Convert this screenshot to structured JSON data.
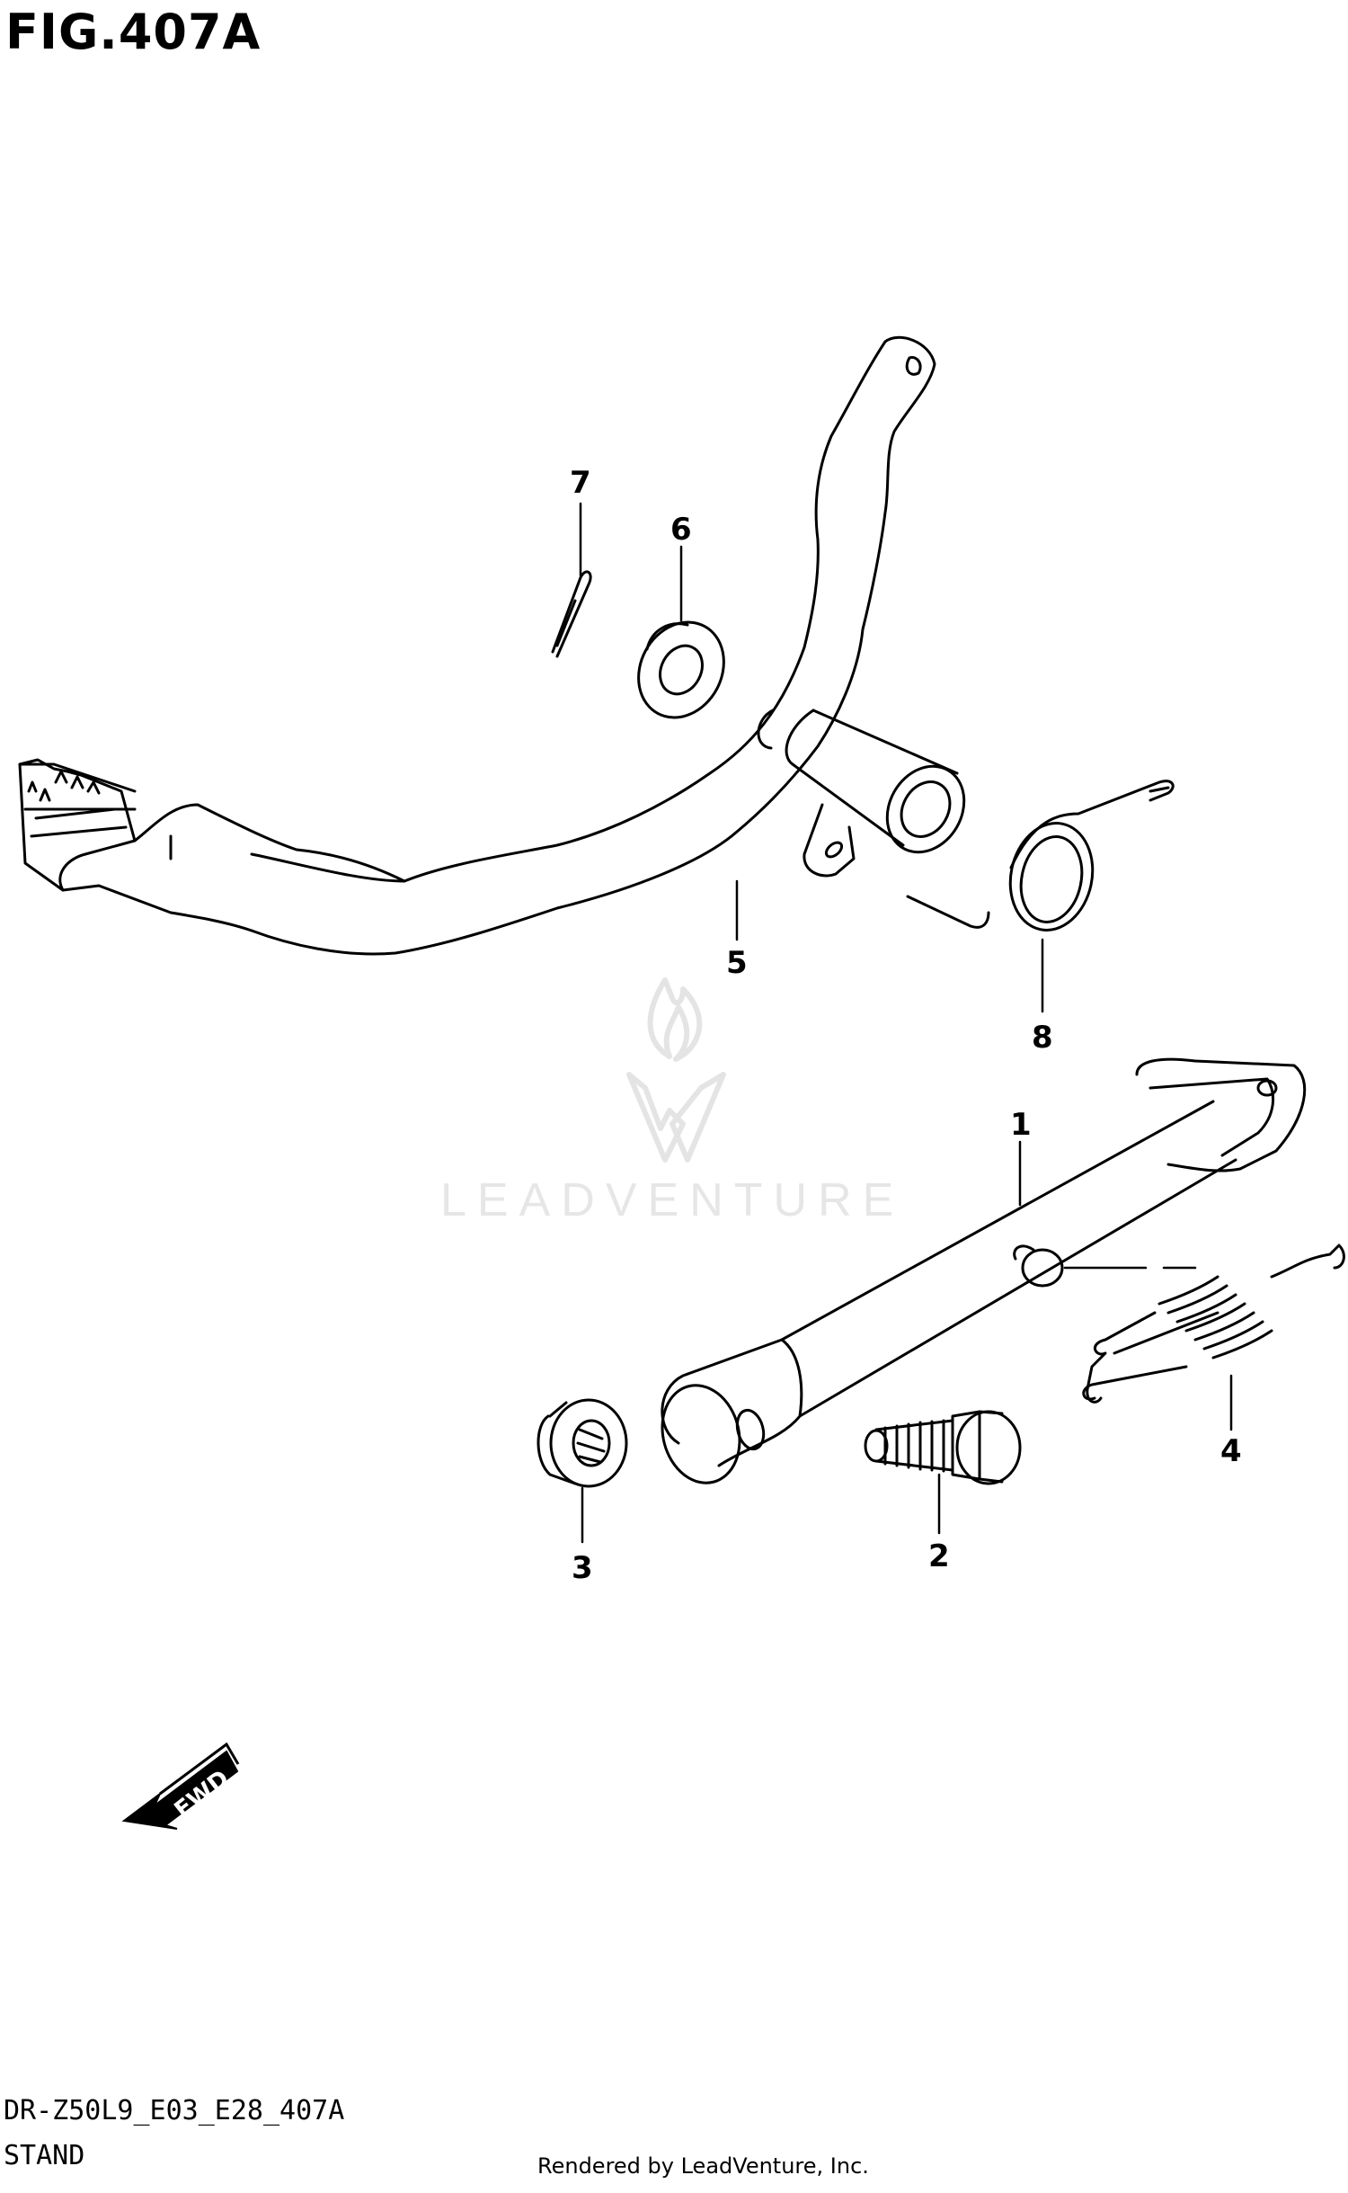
{
  "figure": {
    "title": "FIG.407A",
    "code": "DR-Z50L9_E03_E28_407A",
    "name": "STAND"
  },
  "credit": "Rendered by LeadVenture, Inc.",
  "watermark": "LEADVENTURE",
  "fwd_label": "FWD",
  "callouts": [
    {
      "id": "1",
      "label": "1"
    },
    {
      "id": "2",
      "label": "2"
    },
    {
      "id": "3",
      "label": "3"
    },
    {
      "id": "4",
      "label": "4"
    },
    {
      "id": "5",
      "label": "5"
    },
    {
      "id": "6",
      "label": "6"
    },
    {
      "id": "7",
      "label": "7"
    },
    {
      "id": "8",
      "label": "8"
    }
  ],
  "colors": {
    "line": "#000000",
    "watermark": "#e6e6e6",
    "background": "#ffffff"
  }
}
